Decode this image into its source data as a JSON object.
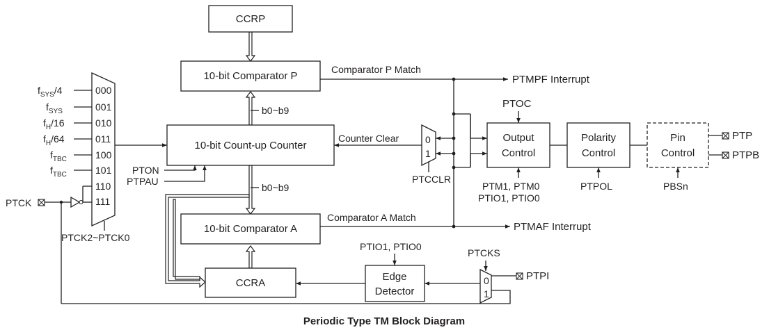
{
  "title": "Periodic Type TM Block Diagram",
  "blocks": {
    "ccrp": "CCRP",
    "comparator_p": "10-bit Comparator P",
    "counter": "10-bit Count-up Counter",
    "comparator_a": "10-bit Comparator A",
    "ccra": "CCRA",
    "output_control": [
      "Output",
      "Control"
    ],
    "polarity_control": [
      "Polarity",
      "Control"
    ],
    "pin_control": [
      "Pin",
      "Control"
    ],
    "edge_detector": [
      "Edge",
      "Detector"
    ]
  },
  "clock_inputs": [
    {
      "base": "f",
      "sub": "SYS",
      "suffix": "/4",
      "code": "000"
    },
    {
      "base": "f",
      "sub": "SYS",
      "suffix": "",
      "code": "001"
    },
    {
      "base": "f",
      "sub": "H",
      "suffix": "/16",
      "code": "010"
    },
    {
      "base": "f",
      "sub": "H",
      "suffix": "/64",
      "code": "011"
    },
    {
      "base": "f",
      "sub": "TBC",
      "suffix": "",
      "code": "100"
    },
    {
      "base": "f",
      "sub": "TBC",
      "suffix": "",
      "code": "101"
    },
    {
      "base": "",
      "sub": "",
      "suffix": "",
      "code": "110"
    },
    {
      "base": "",
      "sub": "",
      "suffix": "",
      "code": "111"
    }
  ],
  "labels": {
    "ptck_select": "PTCK2~PTCK0",
    "ptck_pin": "PTCK",
    "pton": "PTON",
    "ptpau": "PTPAU",
    "bits_upper": "b0~b9",
    "bits_lower": "b0~b9",
    "comparator_p_match": "Comparator P Match",
    "comparator_a_match": "Comparator A Match",
    "ptmpf_interrupt": "PTMPF Interrupt",
    "ptmaf_interrupt": "PTMAF Interrupt",
    "counter_clear": "Counter Clear",
    "ptcclr": "PTCCLR",
    "ptoc": "PTOC",
    "ptm_bits": "PTM1, PTM0",
    "ptio_bits_out": "PTIO1, PTIO0",
    "ptio_bits_edge": "PTIO1, PTIO0",
    "ptpol": "PTPOL",
    "pbsn": "PBSn",
    "ptp": "PTP",
    "ptpb": "PTPB",
    "ptpi": "PTPI",
    "ptcks": "PTCKS",
    "mux_0": "0",
    "mux_1": "1",
    "mux2_0": "0",
    "mux2_1": "1"
  }
}
